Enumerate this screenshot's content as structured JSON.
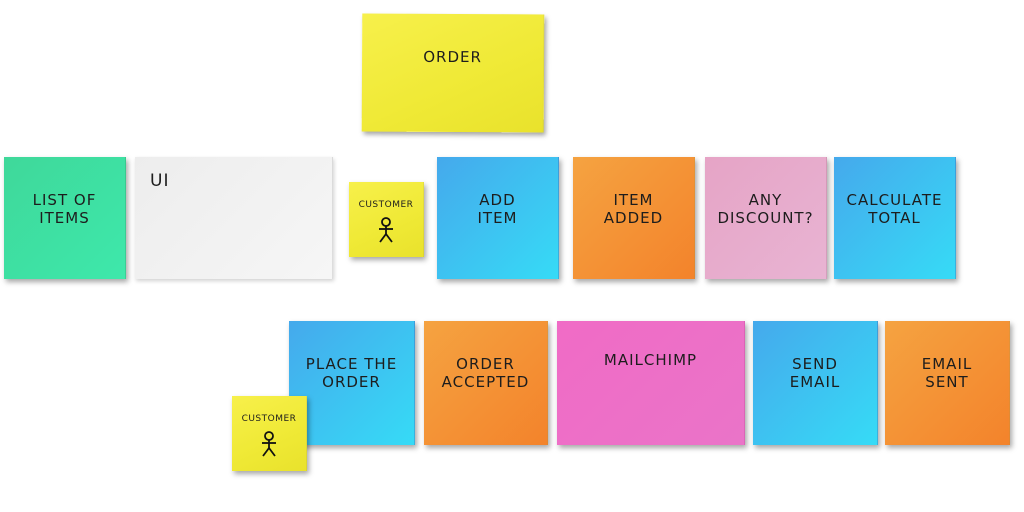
{
  "stickies": {
    "order": "ORDER",
    "list_of_items": "LIST OF\nITEMS",
    "ui": "UI",
    "customer_1": "CUSTOMER",
    "add_item": "ADD\nITEM",
    "item_added": "ITEM\nADDED",
    "any_discount": "ANY\nDISCOUNT?",
    "calculate_total": "CALCULATE\nTOTAL",
    "place_the_order": "PLACE THE\nORDER",
    "order_accepted": "ORDER\nACCEPTED",
    "mailchimp": "MAILCHIMP",
    "send_email": "SEND\nEMAIL",
    "email_sent": "EMAIL\nSENT",
    "customer_2": "CUSTOMER"
  },
  "icons": {
    "actor": "stick-figure-icon"
  },
  "colors": {
    "yellow": "#efe935",
    "teal": "#3ee0a3",
    "blue": "#3fc4f1",
    "orange": "#f39437",
    "pink": "#e7acce",
    "magenta": "#ed70c7",
    "white": "#f1f1f1"
  }
}
